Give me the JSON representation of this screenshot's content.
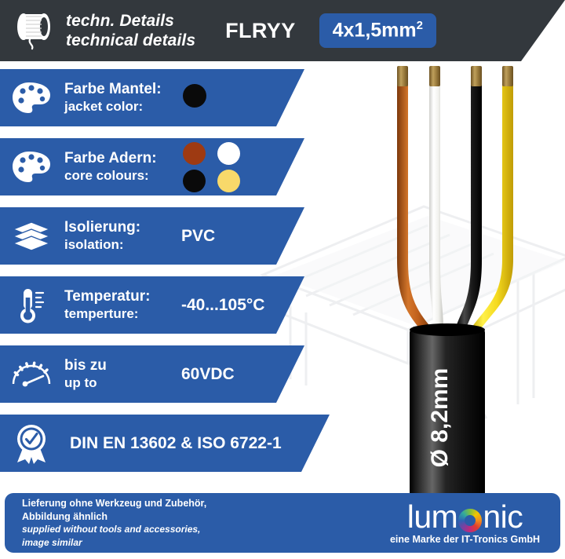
{
  "header": {
    "icon": "cable-spool-icon",
    "title_de": "techn. Details",
    "title_en": "technical details",
    "product_type": "FLRYY",
    "badge": "4x1,5mm",
    "badge_sup": "2",
    "bar_color": "#33383d",
    "badge_color": "#2B5CA8"
  },
  "accent_color": "#2B5CA8",
  "rows": [
    {
      "icon": "palette-icon",
      "label_de": "Farbe Mantel:",
      "label_en": "jacket color:",
      "value_type": "swatches",
      "swatches": [
        "#0a0a0a"
      ]
    },
    {
      "icon": "palette-icon",
      "label_de": "Farbe Adern:",
      "label_en": "core colours:",
      "value_type": "swatches",
      "swatches": [
        "#9E3A12",
        "#ffffff",
        "#0a0a0a",
        "#F8D96A"
      ]
    },
    {
      "icon": "layers-icon",
      "label_de": "Isolierung:",
      "label_en": "isolation:",
      "value_type": "text",
      "value": "PVC"
    },
    {
      "icon": "thermometer-icon",
      "label_de": "Temperatur:",
      "label_en": "temperture:",
      "value_type": "text",
      "value": "-40...105°C"
    },
    {
      "icon": "gauge-icon",
      "label_de": "bis zu",
      "label_en": "up to",
      "value_type": "text",
      "value": "60VDC"
    },
    {
      "icon": "certificate-icon",
      "label_de": "",
      "label_en": "",
      "value_type": "text",
      "value": "DIN EN 13602 & ISO 6722-1"
    }
  ],
  "product_image": {
    "name": "cable-photo",
    "diameter_label": "Ø 8,2mm",
    "jacket_color": "#111111",
    "wires": [
      {
        "name": "wire-brown",
        "color": "#C1601C"
      },
      {
        "name": "wire-white",
        "color": "#FAFAF8"
      },
      {
        "name": "wire-black",
        "color": "#1A1A1A"
      },
      {
        "name": "wire-yellow",
        "color": "#F5DA1E"
      }
    ],
    "conductor_color": "#9A7B3C"
  },
  "footer": {
    "note_de_1": "Lieferung ohne Werkzeug und Zubehör,",
    "note_de_2": "Abbildung ähnlich",
    "note_en_1": "supplied without tools and accessories,",
    "note_en_2": "image similar",
    "brand_pre": "lum",
    "brand_post": "nic",
    "brand_sub": "eine Marke der IT-Tronics GmbH",
    "background": "#2B5CA8"
  }
}
